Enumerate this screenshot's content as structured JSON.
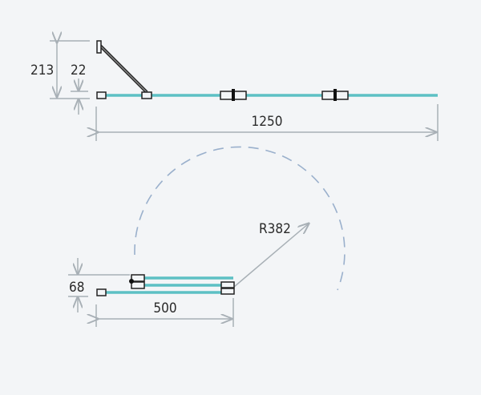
{
  "title": "Folding shower screen plan dimensions",
  "top_view": {
    "height_label": "213",
    "offset_label": "22",
    "width_label": "1250"
  },
  "bottom_view": {
    "depth_label": "68",
    "width_label": "500",
    "radius_label": "R382"
  },
  "colors": {
    "glass": "#5cc0c4",
    "dimension": "#a8b0b6",
    "arc": "#9ab0cc",
    "background": "#f3f5f7"
  }
}
